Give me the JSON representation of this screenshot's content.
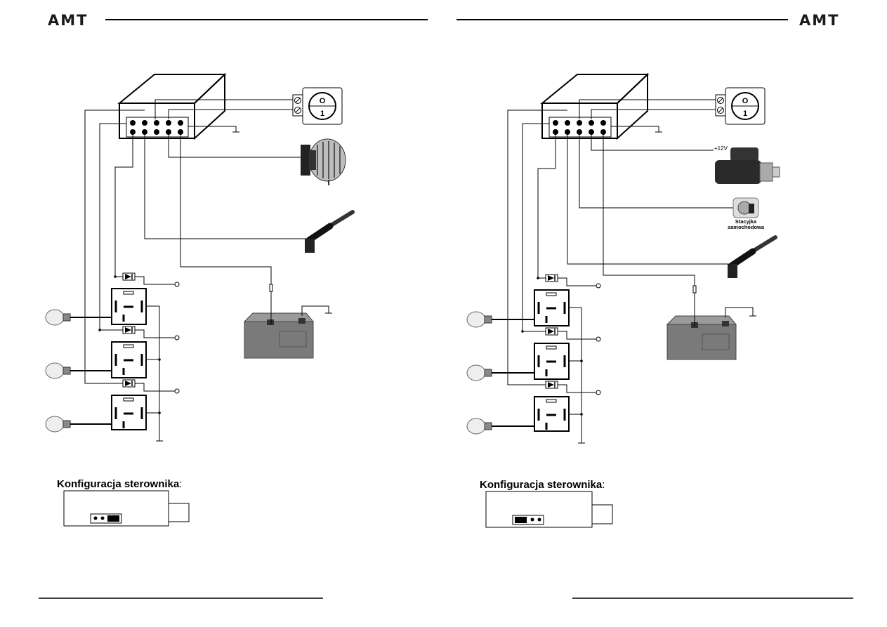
{
  "brand": {
    "logo": "AMT"
  },
  "left_page": {
    "config_title": "Konfiguracja sterownika",
    "config_suffix": ":",
    "components": [
      "controller-box",
      "on-off-switch",
      "alternator",
      "turn-signal-stalk",
      "battery",
      "relay",
      "relay",
      "relay",
      "bulb",
      "bulb",
      "bulb"
    ]
  },
  "right_page": {
    "config_title": "Konfiguracja sterownika",
    "config_suffix": ":",
    "starter_label": "+12V",
    "ignition_label_line1": "Stacyjka",
    "ignition_label_line2": "samochodowa",
    "components": [
      "controller-box",
      "on-off-switch",
      "starter-motor",
      "ignition-switch",
      "turn-signal-stalk",
      "battery",
      "relay",
      "relay",
      "relay",
      "bulb",
      "bulb",
      "bulb"
    ]
  },
  "switch": {
    "top_label": "O",
    "bottom_label": "1"
  },
  "colors": {
    "line": "#000000",
    "battery": "#7a7a7a",
    "metal": "#9a9a9a",
    "bulb_glass": "#eeeeee"
  }
}
